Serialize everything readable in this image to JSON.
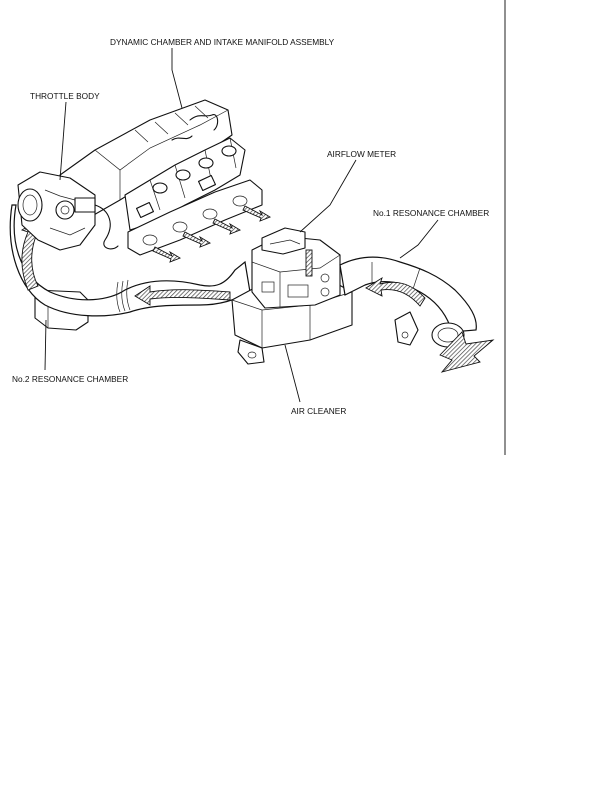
{
  "labels": {
    "dynamic_chamber": "DYNAMIC CHAMBER AND INTAKE MANIFOLD ASSEMBLY",
    "throttle_body": "THROTTLE BODY",
    "airflow_meter": "AIRFLOW METER",
    "no1_resonance": "No.1 RESONANCE CHAMBER",
    "no2_resonance": "No.2 RESONANCE CHAMBER",
    "air_cleaner": "AIR CLEANER"
  },
  "colors": {
    "ink": "#111111",
    "paper": "#ffffff",
    "hatch": "#555555"
  }
}
